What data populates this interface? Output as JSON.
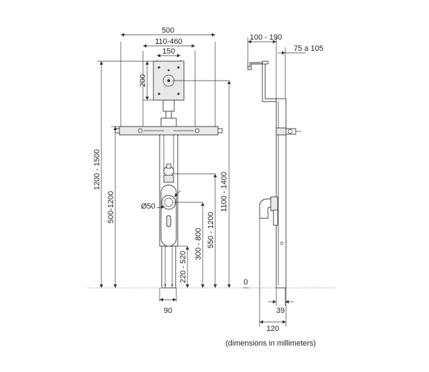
{
  "front_view": {
    "dim_width_total": "500",
    "dim_width_plate_range": "110-460",
    "dim_plate_width": "150",
    "dim_plate_height": "200",
    "dim_height_range": "1200 - 1500",
    "dim_height_lower": "500-1200",
    "dim_drain_diameter": "Ø50",
    "dim_drain_height": "300 - 800",
    "dim_inlet_height": "550 - 1200",
    "dim_plate_top_height": "1100 - 1400",
    "dim_foot_height": "220 - 520",
    "dim_foot_width": "90",
    "floor_level": "0"
  },
  "side_view": {
    "dim_top_offset": "100 - 190",
    "dim_wall_offset": "75 a 105",
    "dim_foot_depth": "39",
    "dim_total_depth": "120"
  },
  "caption": "(dimensions in millimeters)"
}
